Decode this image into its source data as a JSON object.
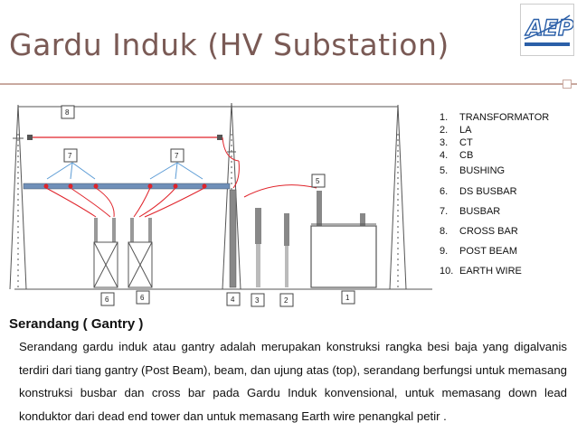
{
  "header": {
    "title": "Gardu Induk (HV Substation)",
    "logo_text": "AEP"
  },
  "diagram": {
    "labels": {
      "l8": "8",
      "l7a": "7",
      "l7b": "7",
      "l5": "5",
      "l6a": "6",
      "l6b": "6",
      "l4": "4",
      "l3": "3",
      "l2": "2",
      "l1": "1"
    }
  },
  "legend": {
    "items": [
      {
        "num": "1.",
        "text": "TRANSFORMATOR"
      },
      {
        "num": "2.",
        "text": "LA"
      },
      {
        "num": "3.",
        "text": "CT"
      },
      {
        "num": "4.",
        "text": "CB"
      },
      {
        "num": "5.",
        "text": "BUSHING"
      },
      {
        "num": "6.",
        "text": "DS BUSBAR"
      },
      {
        "num": "7.",
        "text": "BUSBAR"
      },
      {
        "num": "8.",
        "text": "CROSS BAR"
      },
      {
        "num": "9.",
        "text": "POST BEAM"
      },
      {
        "num": "10.",
        "text": "EARTH WIRE"
      }
    ]
  },
  "section": {
    "subtitle": "Serandang ( Gantry )",
    "paragraph": "Serandang gardu induk atau gantry adalah merupakan konstruksi rangka besi baja yang digalvanis terdiri dari tiang gantry (Post Beam), beam, dan ujung atas (top), serandang berfungsi untuk memasang konstruksi busbar dan cross bar pada Gardu Induk konvensional,  untuk memasang down lead konduktor dari dead end tower dan untuk memasang Earth wire penangkal petir ."
  },
  "colors": {
    "title": "#7a5a55",
    "rule": "#c9a9a0",
    "conductor": "#e0232a",
    "busbar": "#6f8fb8",
    "arrow": "#5b9bd5",
    "logo": "#2b5fa8"
  }
}
